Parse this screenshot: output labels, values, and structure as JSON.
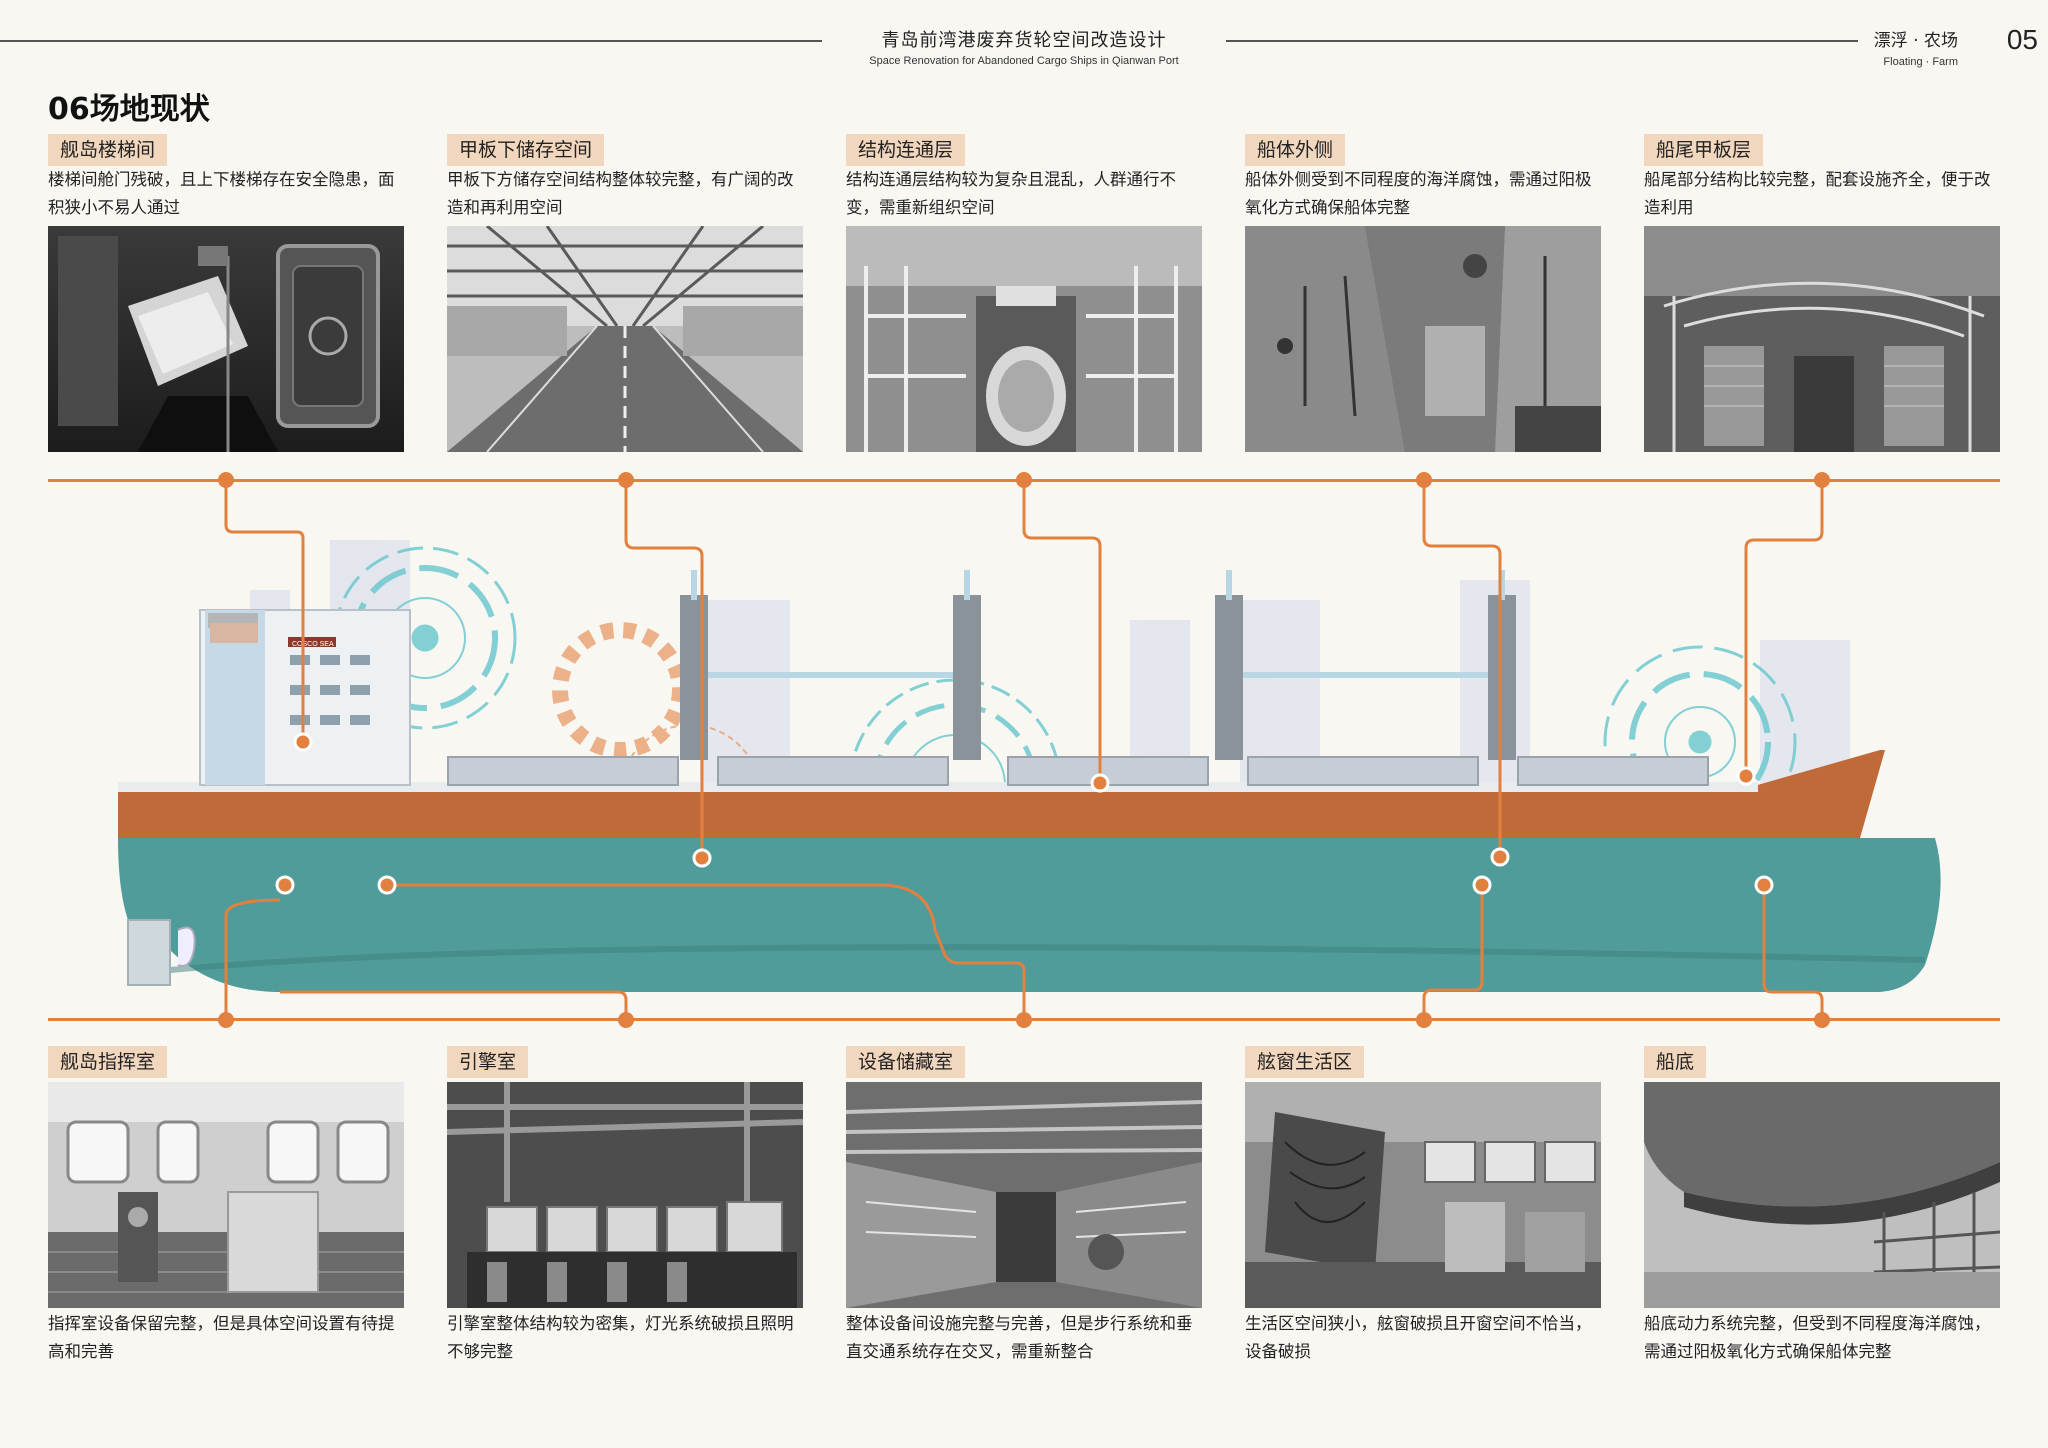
{
  "header": {
    "title": "青岛前湾港废弃货轮空间改造设计",
    "subtitle": "Space Renovation for Abandoned Cargo Ships in Qianwan Port",
    "section_cn": "漂浮 · 农场",
    "section_en": "Floating · Farm",
    "page_number": "05"
  },
  "page_title": "06场地现状",
  "ship_label": "COSCO SEA",
  "top_cards": [
    {
      "tag": "舰岛楼梯间",
      "desc": "楼梯间舱门残破，且上下楼梯存在安全隐患，面积狭小不易人通过",
      "photo": "stairwell-photo"
    },
    {
      "tag": "甲板下储存空间",
      "desc": "甲板下方储存空间结构整体较完整，有广阔的改造和再利用空间",
      "photo": "storage-photo"
    },
    {
      "tag": "结构连通层",
      "desc": "结构连通层结构较为复杂且混乱，人群通行不变，需重新组织空间",
      "photo": "connector-photo"
    },
    {
      "tag": "船体外侧",
      "desc": "船体外侧受到不同程度的海洋腐蚀，需通过阳极氧化方式确保船体完整",
      "photo": "hull-photo"
    },
    {
      "tag": "船尾甲板层",
      "desc": "船尾部分结构比较完整，配套设施齐全，便于改造利用",
      "photo": "stern-photo"
    }
  ],
  "bottom_cards": [
    {
      "tag": "舰岛指挥室",
      "desc": "指挥室设备保留完整，但是具体空间设置有待提高和完善",
      "photo": "bridge-photo"
    },
    {
      "tag": "引擎室",
      "desc": "引擎室整体结构较为密集，灯光系统破损且照明不够完整",
      "photo": "engine-photo"
    },
    {
      "tag": "设备储藏室",
      "desc": "整体设备间设施完整与完善，但是步行系统和垂直交通系统存在交叉，需重新整合",
      "photo": "equipment-photo"
    },
    {
      "tag": "舷窗生活区",
      "desc": "生活区空间狭小，舷窗破损且开窗空间不恰当，设备破损",
      "photo": "living-photo"
    },
    {
      "tag": "船底",
      "desc": "船底动力系统完整，但受到不同程度海洋腐蚀，需通过阳极氧化方式确保船体完整",
      "photo": "bottom-photo"
    }
  ],
  "colors": {
    "accent": "#e2813f",
    "tag_bg": "#f2d7bf",
    "hull_teal": "#4f9c9b",
    "hull_rust": "#c06a3a",
    "hud_cyan": "#6ec9cf"
  }
}
